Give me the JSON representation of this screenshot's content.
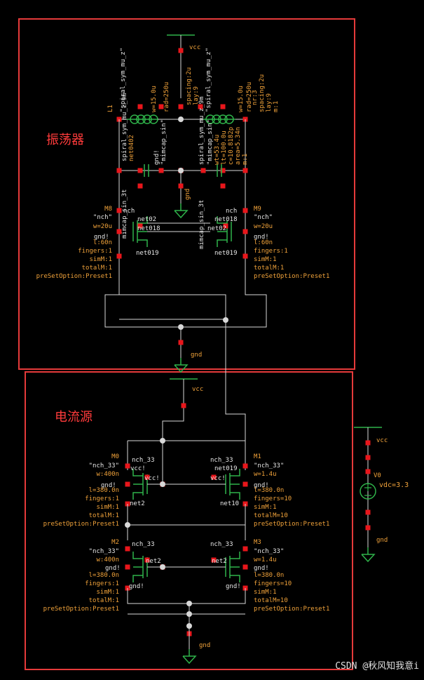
{
  "colors": {
    "background": "#000000",
    "frame": "#e53a3a",
    "wire": "#d8d8d8",
    "device": "#2fb34a",
    "pin": "#e8161b",
    "label": "#f0a23a",
    "text": "#e8e8e8",
    "title": "#ff3b3b"
  },
  "titles": {
    "oscillator": "振荡器",
    "current_source": "电流源"
  },
  "nets": {
    "vcc": "vcc",
    "gnd": "gnd",
    "gnd_bang": "gnd!",
    "vcc_bang": "vcc!",
    "net018": "net018",
    "net019": "net019",
    "net02": "net02",
    "net10": "net10",
    "net2": "net2",
    "net0402": "net0402"
  },
  "inductor": {
    "name_l1": "L1",
    "model": "\"spiral_sym_mu_z\"",
    "model_short": "spiral_sym_mu_z_9m",
    "w": "w=15.0u",
    "rad": "rad=250u",
    "nr": "nr:3",
    "spacing": "spacing:2u",
    "lay": "lay:9",
    "mi": "m:1"
  },
  "capacitor": {
    "model": "\"mimcap_sin\"",
    "model2": "mimcap_sin_3t",
    "wt": "wt=53.4u",
    "lt": "lt=100.0u",
    "c": "c=10.8182p",
    "area": "area=5.34n",
    "m": "m:1"
  },
  "osc_nmos": [
    {
      "name": "M8",
      "model": "\"nch\"",
      "w": "w=20u",
      "l": "l:60n",
      "fingers": "fingers:1",
      "simM": "simM:1",
      "totalM": "totalM:1",
      "preset": "preSetOption:Preset1",
      "type": "nch"
    },
    {
      "name": "M9",
      "model": "\"nch\"",
      "w": "w=20u",
      "l": "l:60n",
      "fingers": "fingers:1",
      "simM": "simM:1",
      "totalM": "totalM:1",
      "preset": "preSetOption:Preset1",
      "type": "nch"
    }
  ],
  "cs_nmos": [
    {
      "name": "M0",
      "model": "\"nch_33\"",
      "w": "w:400n",
      "l": "l=380.0n",
      "fingers": "fingers:1",
      "simM": "simM:1",
      "totalM": "totalM:1",
      "preset": "preSetOption:Preset1",
      "type": "nch_33"
    },
    {
      "name": "M1",
      "model": "\"nch_33\"",
      "w": "w=1.4u",
      "l": "l=380.0n",
      "fingers": "fingers=10",
      "simM": "simM:1",
      "totalM": "totalM=10",
      "preset": "preSetOption:Preset1",
      "type": "nch_33"
    },
    {
      "name": "M2",
      "model": "\"nch_33\"",
      "w": "w:400n",
      "l": "l=380.0n",
      "fingers": "fingers:1",
      "simM": "simM:1",
      "totalM": "totalM:1",
      "preset": "preSetOption:Preset1",
      "type": "nch_33"
    },
    {
      "name": "M3",
      "model": "\"nch_33\"",
      "w": "w=1.4u",
      "l": "l=380.0n",
      "fingers": "fingers=10",
      "simM": "simM:1",
      "totalM": "totalM=10",
      "preset": "preSetOption:Preset1",
      "type": "nch_33"
    }
  ],
  "vsource": {
    "name": "V0",
    "vdc": "vdc=3.3"
  },
  "watermark": "CSDN @秋风知我意i"
}
